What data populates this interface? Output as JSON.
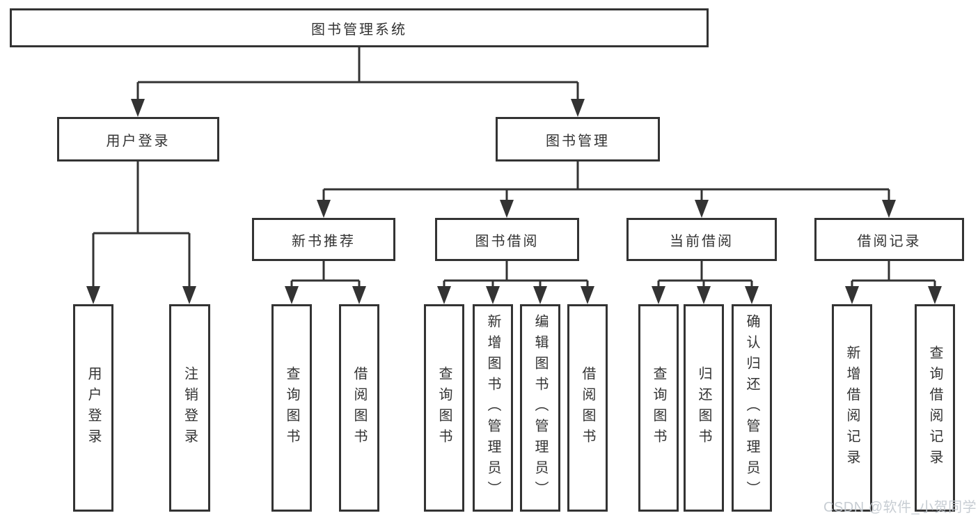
{
  "tree": {
    "label": "图书管理系统",
    "children": [
      {
        "label": "用户登录",
        "children": [
          {
            "label": "用户登录"
          },
          {
            "label": "注销登录"
          }
        ]
      },
      {
        "label": "图书管理",
        "children": [
          {
            "label": "新书推荐",
            "children": [
              {
                "label": "查询图书"
              },
              {
                "label": "借阅图书"
              }
            ]
          },
          {
            "label": "图书借阅",
            "children": [
              {
                "label": "查询图书"
              },
              {
                "label": "新增图书（管理员）"
              },
              {
                "label": "编辑图书（管理员）"
              },
              {
                "label": "借阅图书"
              }
            ]
          },
          {
            "label": "当前借阅",
            "children": [
              {
                "label": "查询图书"
              },
              {
                "label": "归还图书"
              },
              {
                "label": "确认归还（管理员）"
              }
            ]
          },
          {
            "label": "借阅记录",
            "children": [
              {
                "label": "新增借阅记录"
              },
              {
                "label": "查询借阅记录"
              }
            ]
          }
        ]
      }
    ]
  },
  "colors": {
    "line": "#333333",
    "box_background": "#ffffff",
    "watermark": "#c3c9d0"
  },
  "watermark": "CSDN @软件_小贺同学"
}
